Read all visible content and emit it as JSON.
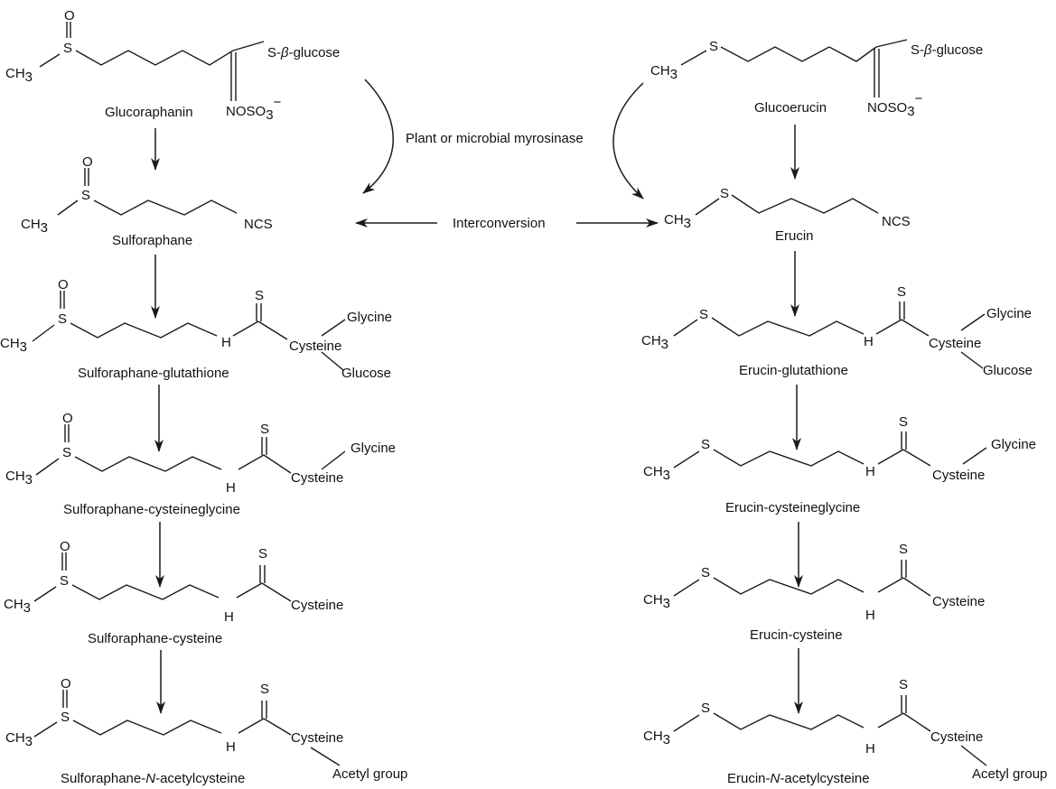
{
  "pathway_labels": {
    "enzyme": "Plant or microbial myrosinase",
    "interconversion": "Interconversion"
  },
  "atoms": {
    "S": "S",
    "O": "O",
    "NH": "H",
    "N": "N",
    "CH3_C": "CH",
    "CH3_sub": "3",
    "NCS": "NCS",
    "glucose_link": "S-",
    "beta": "β",
    "glucose_tail": "-glucose",
    "nososo3": "NOSO",
    "so3_sub": "3",
    "charge": "−"
  },
  "groups": {
    "glycine": "Glycine",
    "cysteine": "Cysteine",
    "glucose": "Glucose",
    "acetyl": "Acetyl group"
  },
  "left": {
    "glucoraphanin": "Glucoraphanin",
    "sulforaphane": "Sulforaphane",
    "glutathione": "Sulforaphane-glutathione",
    "cysteineglycine": "Sulforaphane-cysteineglycine",
    "cysteine": "Sulforaphane-cysteine",
    "nac_prefix": "Sulforaphane-",
    "nac_italic": "N",
    "nac_suffix": "-acetylcysteine"
  },
  "right": {
    "glucoerucin": "Glucoerucin",
    "erucin": "Erucin",
    "glutathione": "Erucin-glutathione",
    "cysteineglycine": "Erucin-cysteineglycine",
    "cysteine": "Erucin-cysteine",
    "nac_prefix": "Erucin-",
    "nac_italic": "N",
    "nac_suffix": "-acetylcysteine"
  }
}
